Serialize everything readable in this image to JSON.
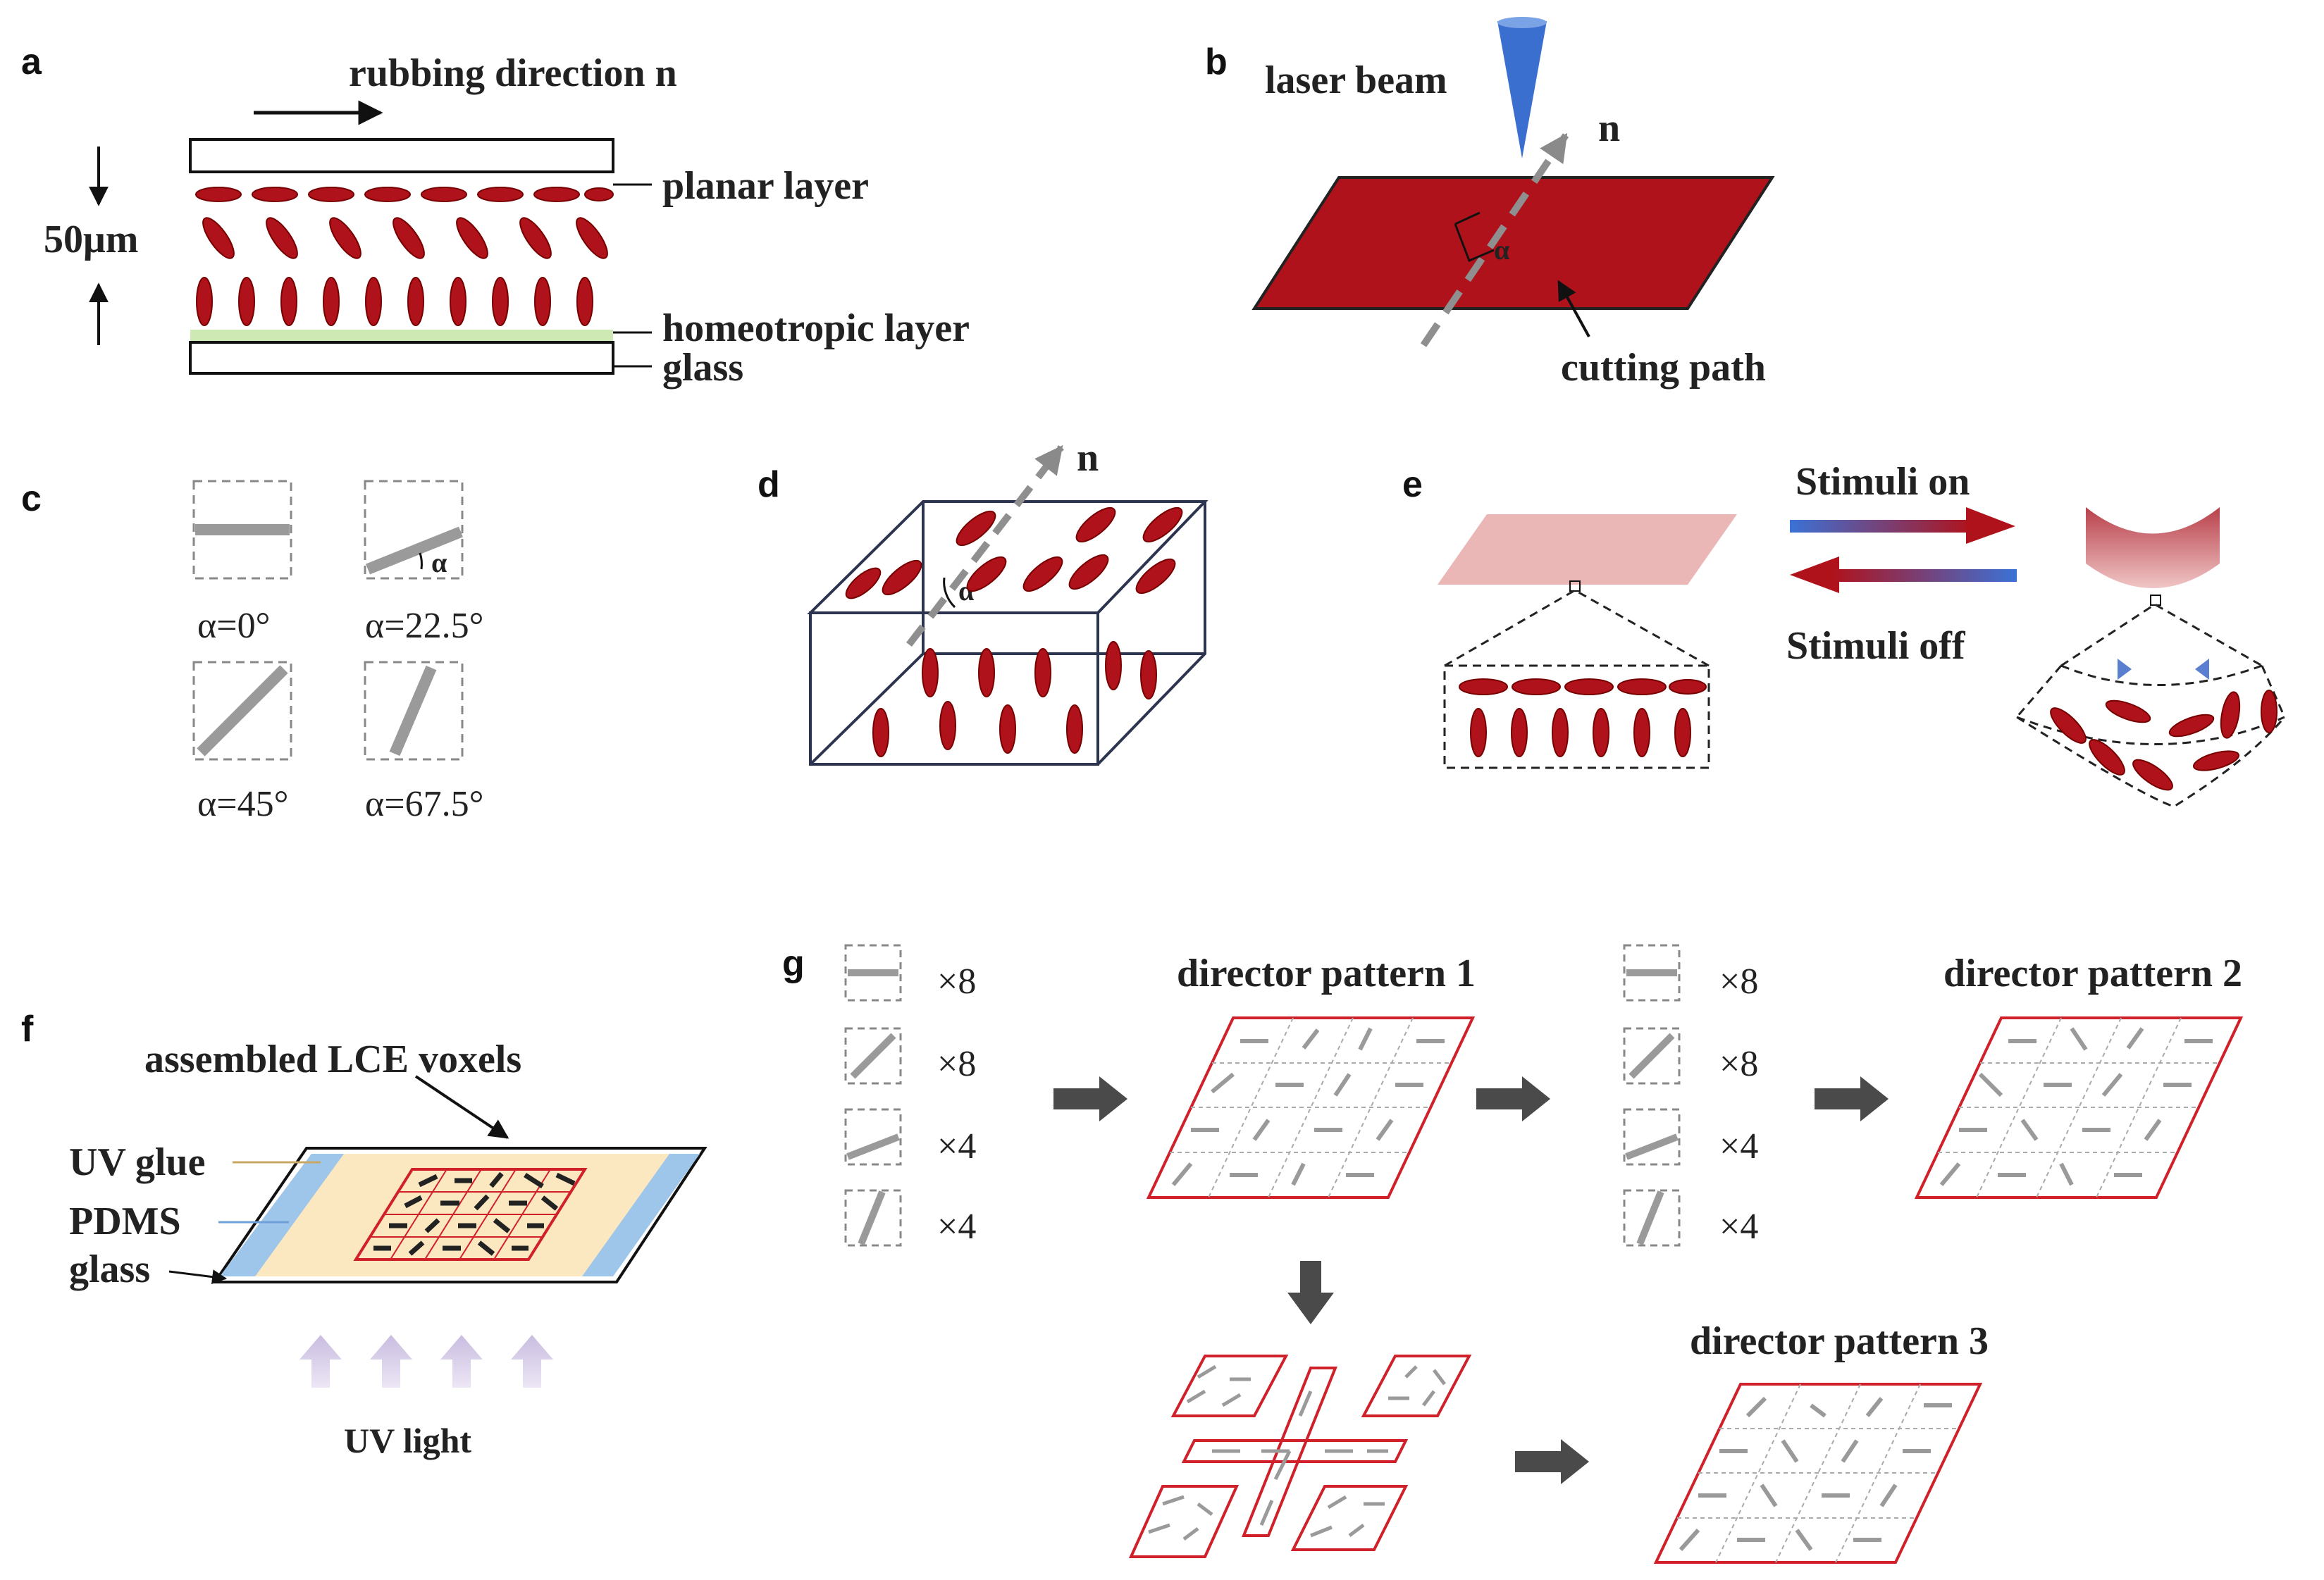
{
  "panels": {
    "a": {
      "label": "a",
      "rubbing": "rubbing direction n⃗",
      "thickness": "50μm",
      "planar": "planar layer",
      "homeotropic": "homeotropic layer",
      "glass": "glass"
    },
    "b": {
      "label": "b",
      "laser": "laser beam",
      "n": "n⃗",
      "alpha": "α",
      "cutting": "cutting path"
    },
    "c": {
      "label": "c",
      "angles": [
        "α=0°",
        "α=22.5°",
        "α=45°",
        "α=67.5°"
      ],
      "alpha": "α"
    },
    "d": {
      "label": "d",
      "n": "n⃗",
      "alpha": "α"
    },
    "e": {
      "label": "e",
      "on": "Stimuli on",
      "off": "Stimuli off"
    },
    "f": {
      "label": "f",
      "voxels": "assembled LCE voxels",
      "uvglue": "UV glue",
      "pdms": "PDMS",
      "glass": "glass",
      "uvlight": "UV light"
    },
    "g": {
      "label": "g",
      "counts1": [
        "×8",
        "×8",
        "×4",
        "×4"
      ],
      "counts2": [
        "×8",
        "×8",
        "×4",
        "×4"
      ],
      "pattern1": "director pattern 1",
      "pattern2": "director pattern 2",
      "pattern3": "director pattern 3"
    }
  },
  "colors": {
    "lc_red": "#b0121b",
    "rod_gray": "#9a9a9a",
    "grid_red": "#d0202a",
    "uv_glue": "#fbe8c0",
    "pdms_blue": "#9ec5ea",
    "homeo_green": "#cfe9b4",
    "arrow_dark": "#4a4a4a"
  }
}
